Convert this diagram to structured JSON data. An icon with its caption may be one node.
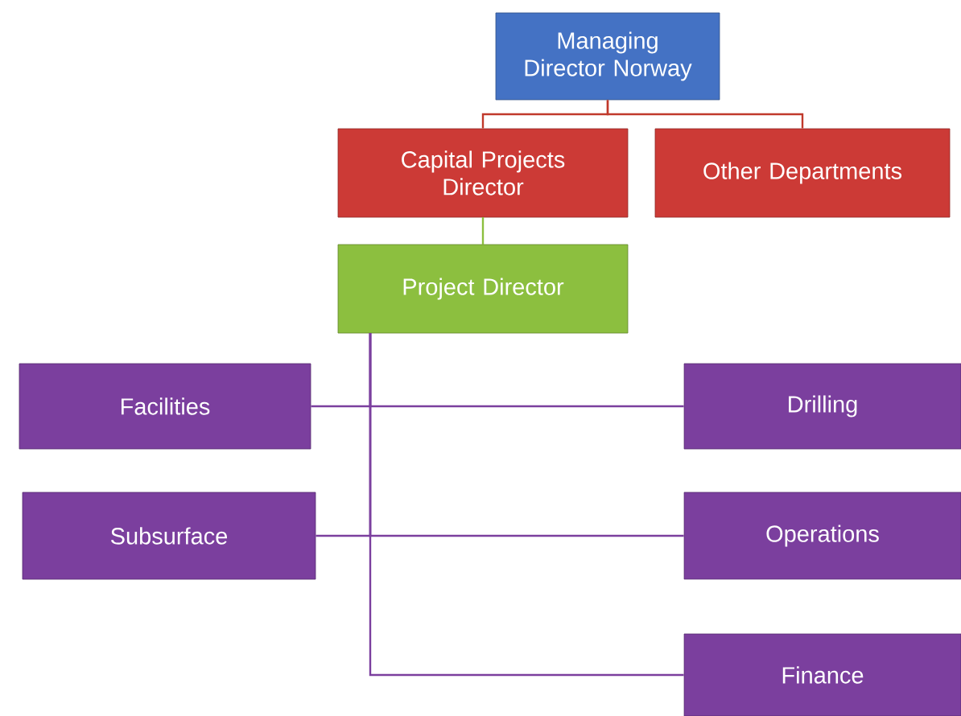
{
  "diagram": {
    "nodes": [
      {
        "text": [
          "Managing Director Norway"
        ]
      },
      {
        "text": [
          "Capital Projects Director"
        ]
      },
      {
        "text": [
          "Other Departments"
        ]
      },
      {
        "text": [
          "Project Director"
        ]
      },
      {
        "text": [
          "Facilities"
        ]
      },
      {
        "text": [
          "Drilling"
        ]
      },
      {
        "text": [
          "Subsurface"
        ]
      },
      {
        "text": [
          "Operations"
        ]
      },
      {
        "text": [
          "Finance"
        ]
      }
    ],
    "edges": [
      {
        "from": 0,
        "to": 1,
        "arrow": "none",
        "color": "#c0392b"
      },
      {
        "from": 0,
        "to": 2,
        "arrow": "none",
        "color": "#c0392b"
      },
      {
        "from": 1,
        "to": 3,
        "arrow": "none",
        "color": "#8cbf3f"
      },
      {
        "from": 3,
        "to": 4,
        "arrow": "none"
      },
      {
        "from": 3,
        "to": 5,
        "arrow": "none"
      },
      {
        "from": 3,
        "to": 6,
        "arrow": "none"
      },
      {
        "from": 3,
        "to": 7,
        "arrow": "none"
      },
      {
        "from": 3,
        "to": 8,
        "arrow": "none"
      }
    ]
  }
}
